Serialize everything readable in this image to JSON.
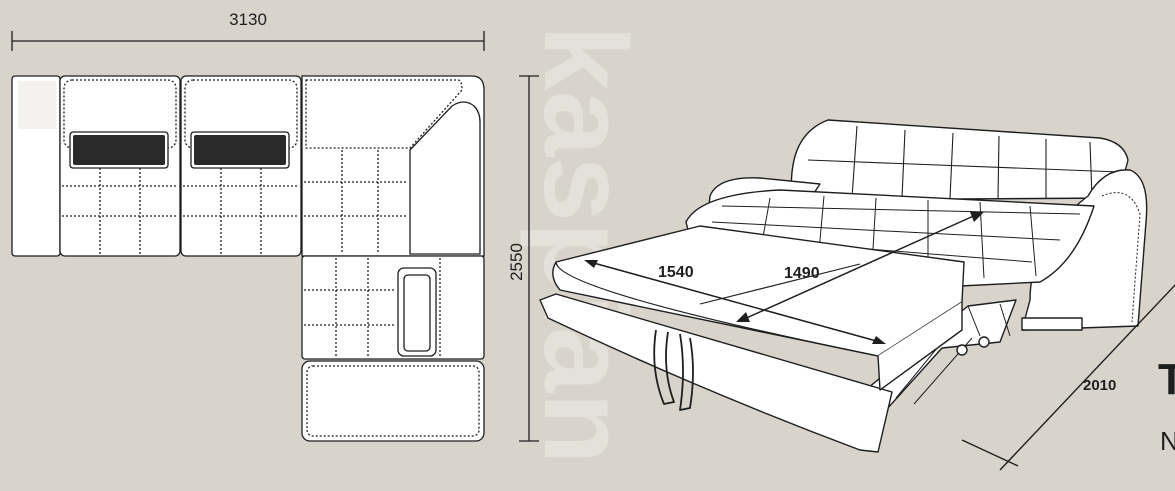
{
  "watermark": "kaspian",
  "plan_view": {
    "width_label": "3130",
    "depth_label": "2550"
  },
  "bed_view": {
    "width_label": "1540",
    "length_label": "1490",
    "depth_label": "2010"
  },
  "corner_text": {
    "title": "T",
    "subtitle": "N"
  },
  "colors": {
    "background": "#d8d4cc",
    "line": "#1e1e1e",
    "upholstery": "#ffffff",
    "watermark": "#e4e1db"
  }
}
